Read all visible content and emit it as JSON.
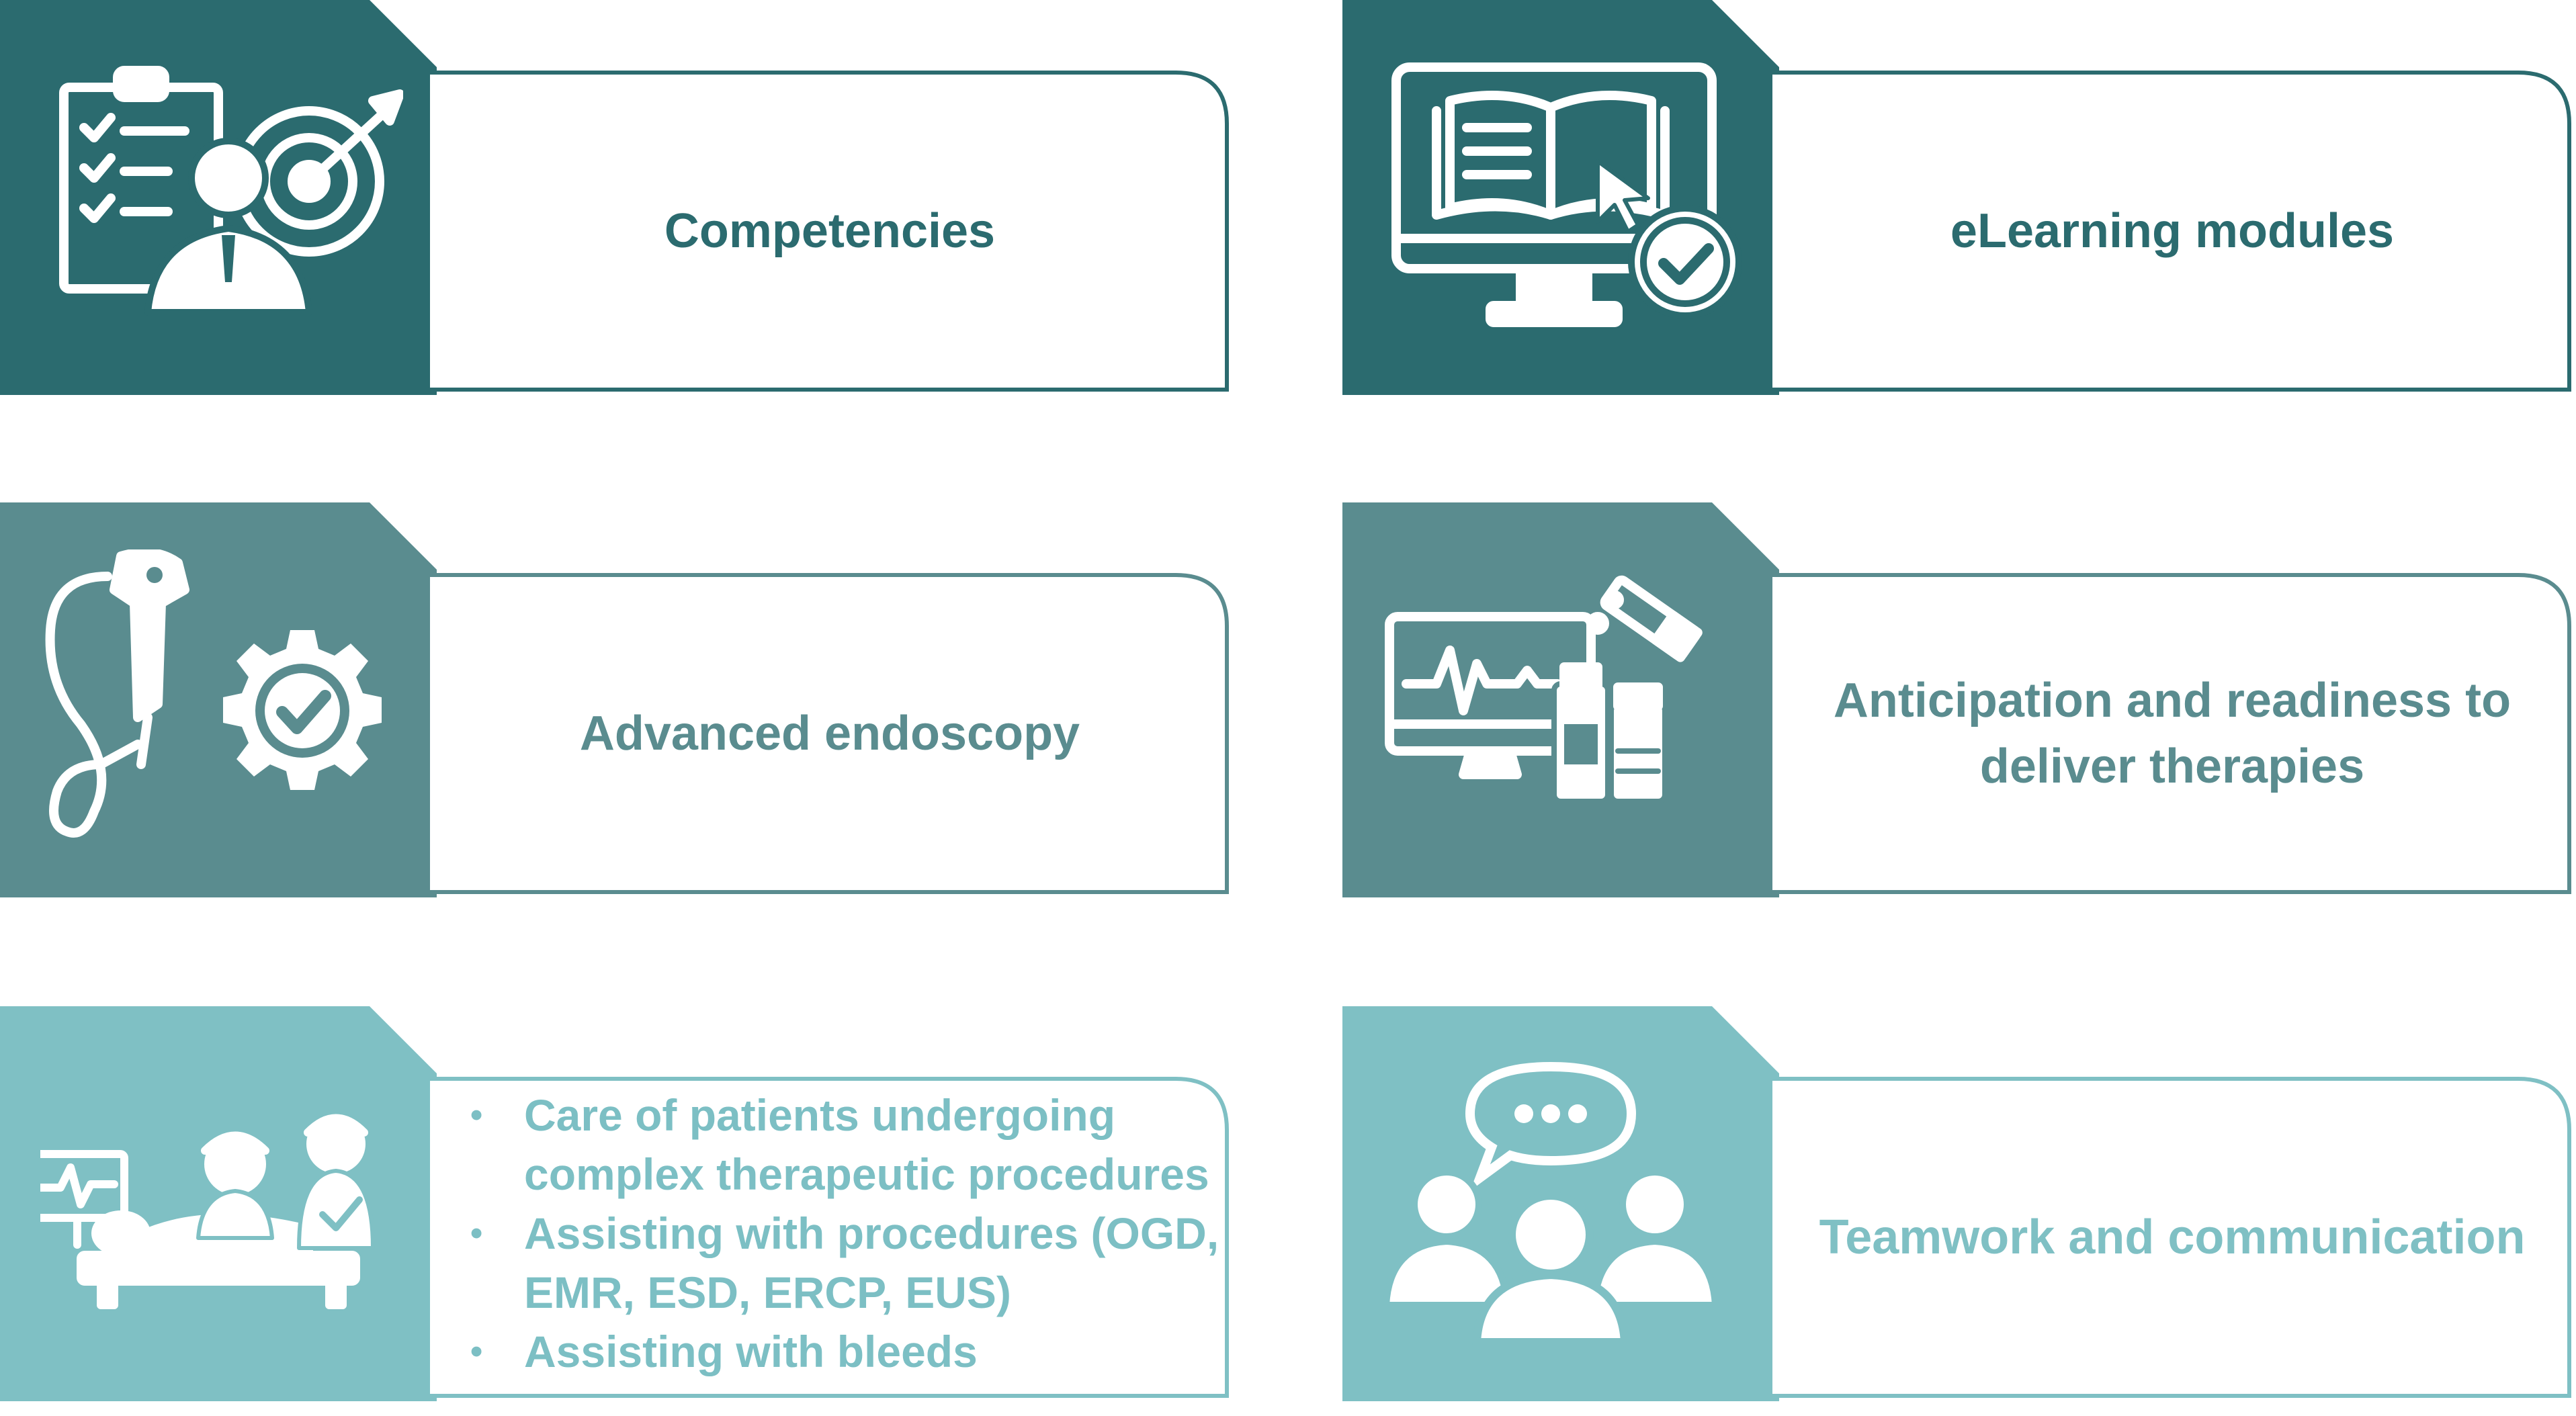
{
  "colors": {
    "dark": "#2b6b6f",
    "mid": "#5a8c8f",
    "light": "#7fc0c4"
  },
  "cards": [
    {
      "id": "competencies",
      "text": "Competencies",
      "icon": "checklist-target-person-icon",
      "color": "#2b6b6f"
    },
    {
      "id": "elearning",
      "text": "eLearning modules",
      "icon": "monitor-book-check-icon",
      "color": "#2b6b6f"
    },
    {
      "id": "advanced-endoscopy",
      "text": "Advanced endoscopy",
      "icon": "endoscope-gear-icon",
      "color": "#5a8c8f"
    },
    {
      "id": "anticipation",
      "text_line1": "Anticipation and readiness to",
      "text_line2": "deliver therapies",
      "icon": "monitor-medicine-icon",
      "color": "#5a8c8f"
    },
    {
      "id": "patient-care",
      "bullets": [
        "Care of patients undergoing complex therapeutic procedures",
        "Assisting with procedures (OGD, EMR, ESD, ERCP, EUS)",
        "Assisting with bleeds"
      ],
      "icon": "patient-bed-nurses-icon",
      "color": "#7fc0c4"
    },
    {
      "id": "teamwork",
      "text": "Teamwork and communication",
      "icon": "group-speech-icon",
      "color": "#7fc0c4"
    }
  ]
}
